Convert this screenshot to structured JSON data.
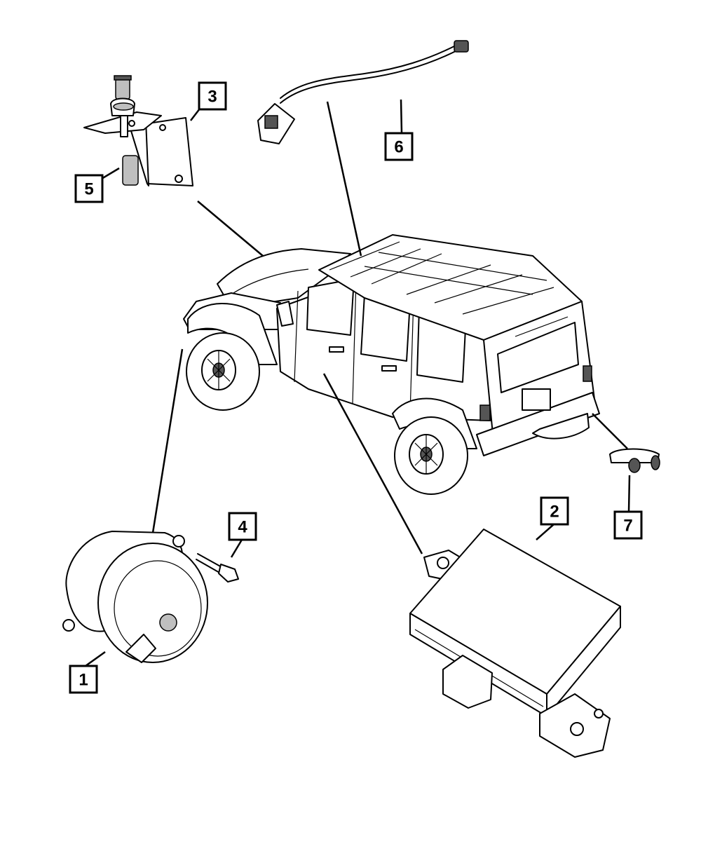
{
  "callouts": [
    {
      "id": "1",
      "label": "1"
    },
    {
      "id": "2",
      "label": "2"
    },
    {
      "id": "3",
      "label": "3"
    },
    {
      "id": "4",
      "label": "4"
    },
    {
      "id": "5",
      "label": "5"
    },
    {
      "id": "6",
      "label": "6"
    },
    {
      "id": "7",
      "label": "7"
    }
  ],
  "colors": {
    "line": "#000000",
    "background": "#ffffff",
    "shade": "#bfbfbf"
  }
}
